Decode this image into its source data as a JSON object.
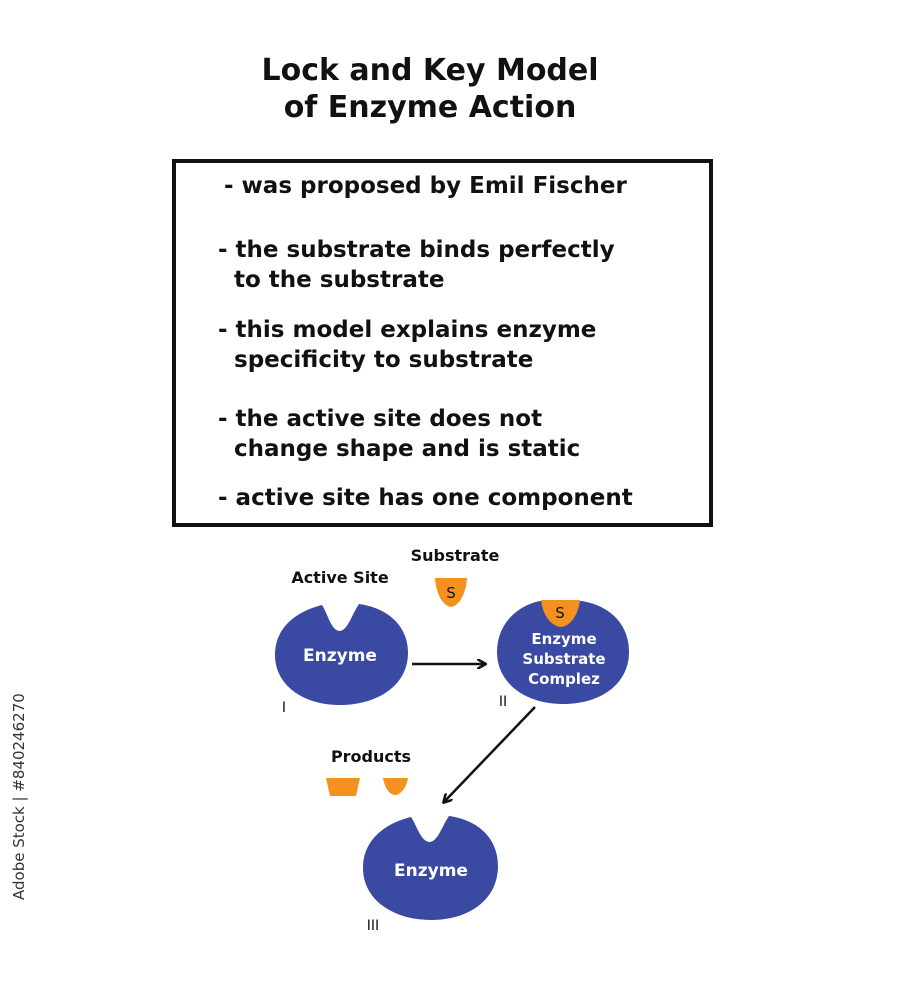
{
  "title": {
    "line1": "Lock and Key Model",
    "line2": "of Enzyme Action"
  },
  "info_box": {
    "points": [
      {
        "line1": "- was proposed by Emil Fischer",
        "line2": ""
      },
      {
        "line1": "- the substrate binds perfectly",
        "line2": "to the substrate"
      },
      {
        "line1": "- this model explains enzyme",
        "line2": "specificity to substrate"
      },
      {
        "line1": "- the active site does not",
        "line2": "change shape and is static"
      },
      {
        "line1": "- active site has one component",
        "line2": ""
      }
    ]
  },
  "diagram": {
    "active_site_label": "Active Site",
    "substrate_label": "Substrate",
    "substrate_letter": "S",
    "enzyme_label": "Enzyme",
    "complex_label": [
      "Enzyme",
      "Substrate",
      "Complez"
    ],
    "products_label": "Products",
    "stage_labels": [
      "I",
      "II",
      "III"
    ],
    "colors": {
      "enzyme": "#3a4aa3",
      "substrate": "#f5921f",
      "arrow": "#111111"
    }
  },
  "watermark": "Adobe Stock | #840246270"
}
